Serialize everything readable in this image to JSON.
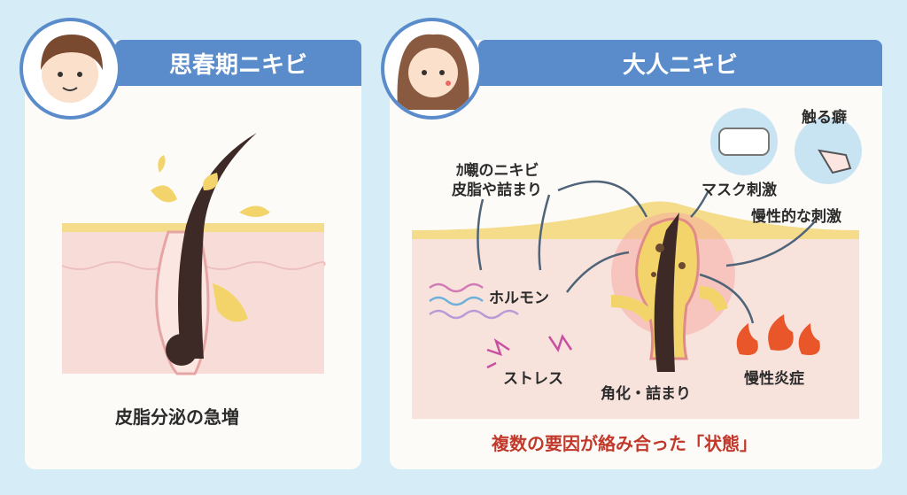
{
  "left": {
    "title": "思春期ニキビ",
    "caption": "皮脂分泌の急増"
  },
  "right": {
    "title": "大人ニキビ",
    "labels": {
      "outer_line1": "ｶ嚫のニキビ",
      "outer_line2": "皮脂や詰まり",
      "mask": "マスク刺激",
      "touch": "触る癖",
      "chronic_stim": "慢性的な刺激",
      "hormone": "ホルモン",
      "stress": "ストレス",
      "keratin": "角化・詰まり",
      "inflammation": "慢性炎症"
    },
    "summary": "複数の要因が絡み合った「状態」"
  },
  "colors": {
    "header": "#5a8ccb",
    "summary": "#c0392b"
  }
}
